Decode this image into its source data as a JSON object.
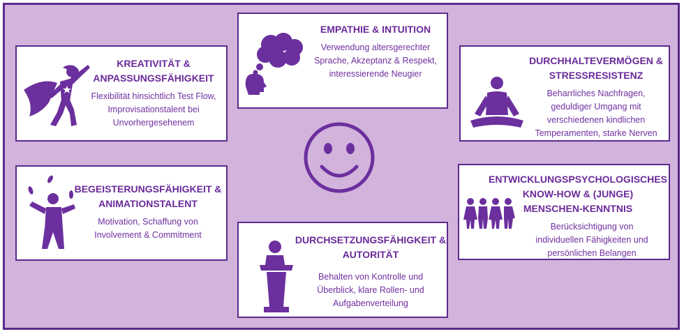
{
  "accent_color": "#7030a0",
  "background_color": "#d2b3dc",
  "cards": [
    {
      "title_lines": [
        "KREATIVITÄT &",
        "ANPASSUNGSFÄHIGKEIT"
      ],
      "body_lines": [
        "Flexibilität hinsichtlich Test Flow,",
        "Improvisationstalent bei",
        "Unvorhergesehenem"
      ],
      "icon": "superhero-icon"
    },
    {
      "title_lines": [
        "EMPATHIE & INTUITION"
      ],
      "body_lines": [
        "Verwendung altersgerechter",
        "Sprache, Akzeptanz & Respekt,",
        "interessierende Neugier"
      ],
      "icon": "thinking-head-icon"
    },
    {
      "title_lines": [
        "DURCHHALTEVERMÖGEN &",
        "STRESSRESISTENZ"
      ],
      "body_lines": [
        "Beharrliches Nachfragen,",
        "geduldiger Umgang mit",
        "verschiedenen kindlichen",
        "Temperamenten, starke Nerven"
      ],
      "icon": "meditation-icon"
    },
    {
      "title_lines": [
        "BEGEISTERUNGSFÄHIGKEIT &",
        "ANIMATIONSTALENT"
      ],
      "body_lines": [
        "Motivation, Schaffung von",
        "Involvement & Commitment"
      ],
      "icon": "juggler-icon"
    },
    {
      "title_lines": [
        "DURCHSETZUNGSFÄHIGKEIT &",
        "AUTORITÄT"
      ],
      "body_lines": [
        "Behalten von Kontrolle und",
        "Überblick, klare Rollen- und",
        "Aufgabenverteilung"
      ],
      "icon": "podium-speaker-icon"
    },
    {
      "title_lines": [
        "ENTWICKLUNGSPSYCHOLOGISCHES",
        "KNOW-HOW & (JUNGE)",
        "MENSCHEN-KENNTNIS"
      ],
      "body_lines": [
        "Berücksichtigung von",
        "individuellen Fähigkeiten und",
        "persönlichen Belangen"
      ],
      "icon": "children-group-icon"
    }
  ],
  "center_icon": "smiley-icon"
}
